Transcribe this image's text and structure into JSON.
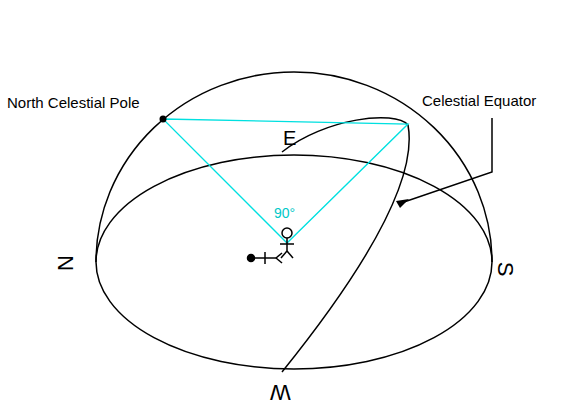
{
  "diagram": {
    "labels": [
      "North Celestial Pole",
      "Celestial Equator",
      "E",
      "90°",
      "N",
      "S",
      "W"
    ]
  }
}
